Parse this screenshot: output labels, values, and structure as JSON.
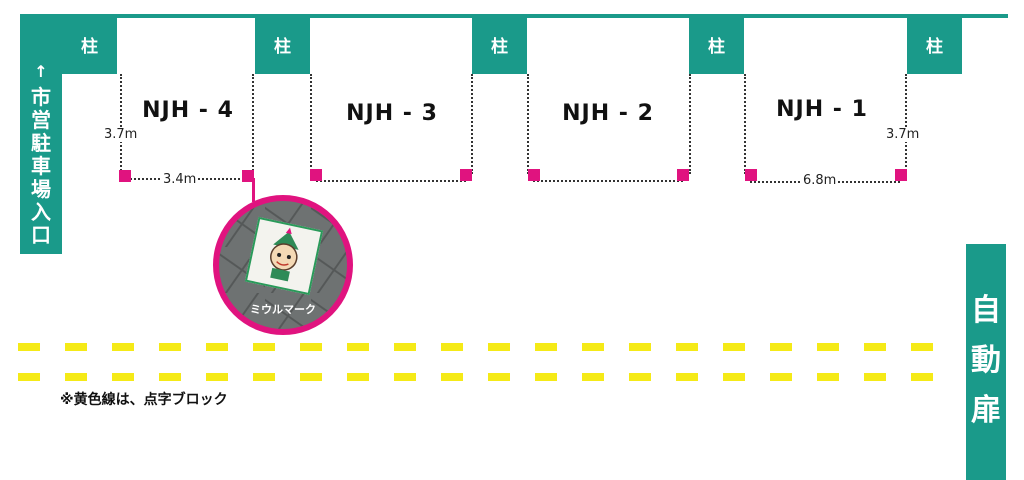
{
  "entrance": {
    "arrow": "↑",
    "text": "市営駐車場入口"
  },
  "door": {
    "text": "自動扉"
  },
  "pillars": [
    "柱",
    "柱",
    "柱",
    "柱",
    "柱"
  ],
  "slots": [
    {
      "label": "NJH - 4"
    },
    {
      "label": "NJH - 3"
    },
    {
      "label": "NJH - 2"
    },
    {
      "label": "NJH - 1"
    }
  ],
  "dimensions": {
    "slot_depth_left": "3.7m",
    "slot_width_left": "3.4m",
    "slot_depth_right": "3.7m",
    "slot_width_right": "6.8m"
  },
  "callout": {
    "label": "ミウルマーク"
  },
  "note": "※黄色線は、点字ブロック",
  "colors": {
    "teal": "#1a9a8a",
    "magenta": "#e0137f",
    "yellow": "#f5ea17"
  }
}
